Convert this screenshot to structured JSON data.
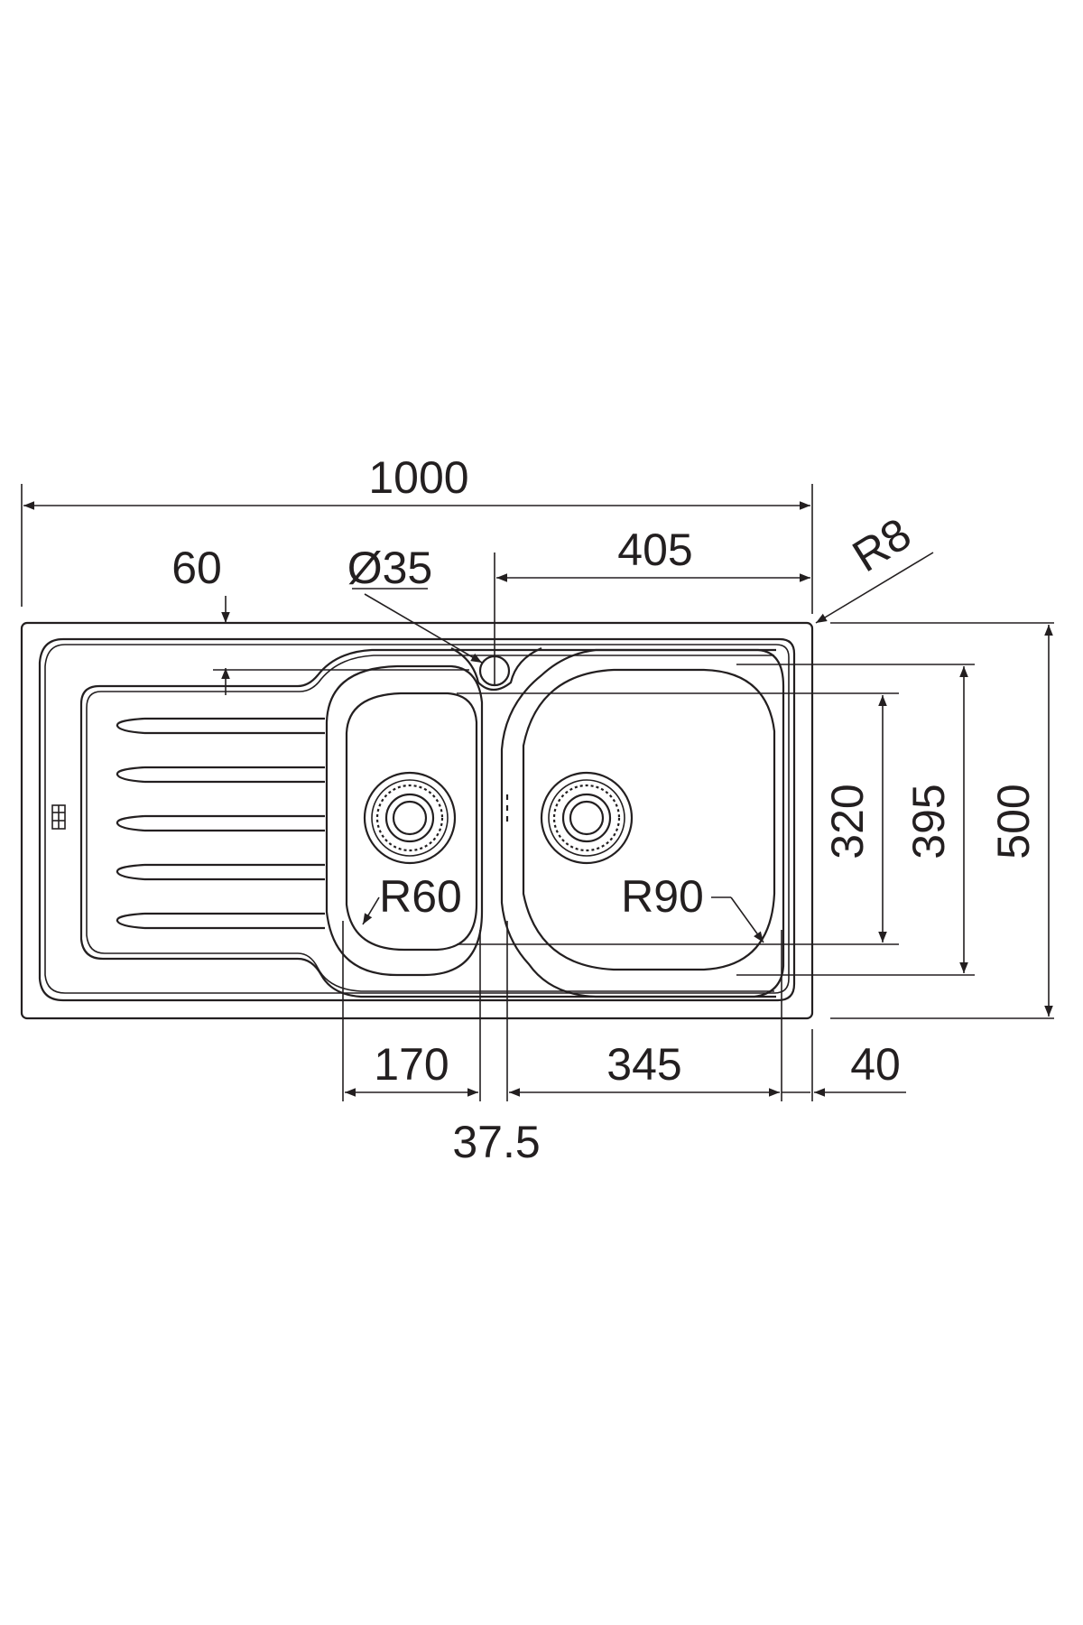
{
  "dimensions": {
    "overall_width": "1000",
    "overall_depth": "500",
    "drain_offset": "60",
    "tap_hole_diameter": "Ø35",
    "tap_to_edge": "405",
    "corner_radius": "R8",
    "main_bowl_depth": "395",
    "small_bowl_depth": "320",
    "small_bowl_radius": "R60",
    "main_bowl_radius": "R90",
    "small_bowl_width": "170",
    "bowl_gap": "37.5",
    "main_bowl_width": "345",
    "edge_margin": "40"
  },
  "colors": {
    "line": "#231f20",
    "background": "#ffffff"
  }
}
